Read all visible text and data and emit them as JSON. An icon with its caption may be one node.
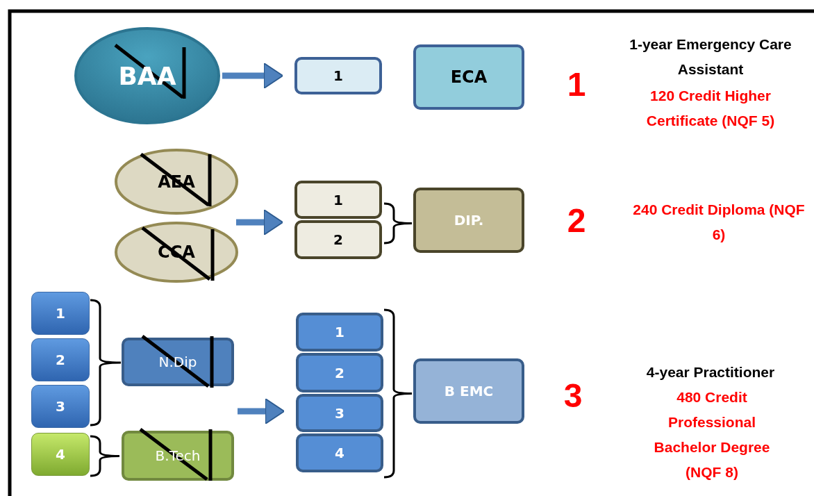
{
  "diagram": {
    "nodes": [
      {
        "text": [
          "BAA"
        ]
      },
      {
        "text": [
          "1"
        ]
      },
      {
        "text": [
          "ECA"
        ]
      },
      {
        "text": [
          "AEA"
        ]
      },
      {
        "text": [
          "CCA"
        ]
      },
      {
        "text": [
          "1"
        ]
      },
      {
        "text": [
          "2"
        ]
      },
      {
        "text": [
          "DIP."
        ]
      },
      {
        "text": [
          "1"
        ]
      },
      {
        "text": [
          "2"
        ]
      },
      {
        "text": [
          "3"
        ]
      },
      {
        "text": [
          "N.Dip"
        ]
      },
      {
        "text": [
          "4"
        ]
      },
      {
        "text": [
          "B.Tech"
        ]
      },
      {
        "text": [
          "1"
        ]
      },
      {
        "text": [
          "2"
        ]
      },
      {
        "text": [
          "3"
        ]
      },
      {
        "text": [
          "4"
        ]
      },
      {
        "text": [
          "B EMC"
        ]
      }
    ],
    "edges": [
      {
        "from": 0,
        "to": 1,
        "arrow": "to"
      },
      {
        "from": null,
        "to": 6,
        "arrow": "to"
      },
      {
        "from": null,
        "to": 16,
        "arrow": "to"
      }
    ],
    "labels": [
      "1-year Emergency Care Assistant",
      "1",
      "120 Credit Higher Certificate (NQF 5)",
      "2",
      "240 Credit Diploma (NQF 6)",
      "4-year Practitioner",
      "3",
      "480 Credit Professional Bachelor Degree (NQF 8)"
    ]
  }
}
